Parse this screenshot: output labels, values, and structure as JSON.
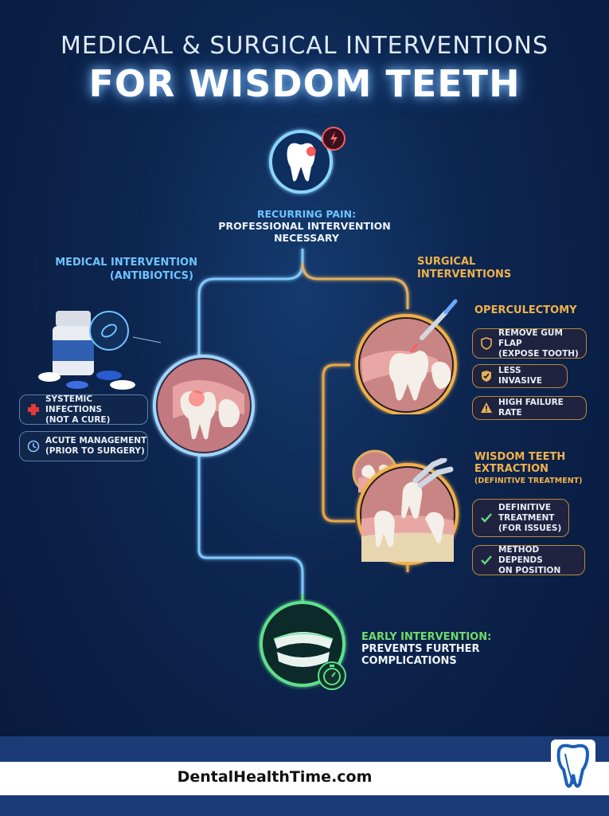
{
  "title": {
    "line1": "MEDICAL & SURGICAL INTERVENTIONS",
    "line2": "FOR WISDOM TEETH"
  },
  "top": {
    "line1": "RECURRING PAIN:",
    "line2": "PROFESSIONAL INTERVENTION",
    "line3": "NECESSARY"
  },
  "medical": {
    "heading1": "MEDICAL INTERVENTION",
    "heading2": "(ANTIBIOTICS)",
    "items": [
      {
        "line1": "SYSTEMIC INFECTIONS",
        "line2": "(NOT A CURE)",
        "icon": "red-cross-icon"
      },
      {
        "line1": "ACUTE MANAGEMENT",
        "line2": "(PRIOR TO SURGERY)",
        "icon": "clock-icon"
      }
    ]
  },
  "surgical": {
    "heading1": "SURGICAL",
    "heading2": "INTERVENTIONS",
    "operculectomy": {
      "title": "OPERCULECTOMY",
      "items": [
        {
          "line1": "REMOVE GUM FLAP",
          "line2": "(EXPOSE TOOTH)",
          "icon": "shield-icon"
        },
        {
          "line1": "LESS INVASIVE",
          "line2": "",
          "icon": "shield-check-icon"
        },
        {
          "line1": "HIGH FAILURE RATE",
          "line2": "",
          "icon": "warning-icon"
        }
      ]
    },
    "extraction": {
      "title1": "WISDOM TEETH",
      "title2": "EXTRACTION",
      "subtitle": "(DEFINITIVE TREATMENT)",
      "items": [
        {
          "line1": "DEFINITIVE",
          "line2": "TREATMENT",
          "line3": "(FOR ISSUES)",
          "icon": "check-icon"
        },
        {
          "line1": "METHOD DEPENDS",
          "line2": "ON POSITION",
          "line3": "",
          "icon": "check-icon"
        }
      ]
    }
  },
  "early": {
    "line1": "EARLY INTERVENTION:",
    "line2": "PREVENTS FURTHER",
    "line3": "COMPLICATIONS"
  },
  "footer": {
    "url": "DentalHealthTime.com"
  },
  "colors": {
    "blue_line": "#6ec3ff",
    "gold_line": "#f2b24a",
    "green_line": "#5fe08a",
    "background": "#0d2650"
  }
}
